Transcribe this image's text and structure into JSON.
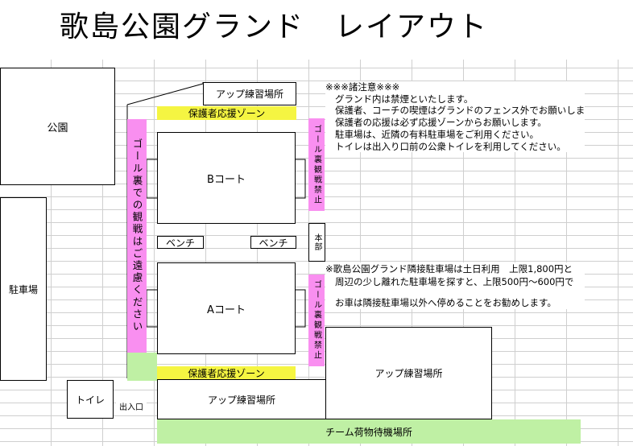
{
  "title": "歌島公園グランド　レイアウト",
  "labels": {
    "park": "公園",
    "parking": "駐車場",
    "toilet": "トイレ",
    "entrance": "出入口",
    "warmup_top": "アップ練習場所",
    "warmup_bottom": "アップ練習場所",
    "warmup_right": "アップ練習場所",
    "guardian_zone_top": "保護者応援ゾーン",
    "guardian_zone_bottom": "保護者応援ゾーン",
    "court_b": "Bコート",
    "court_a": "Aコート",
    "bench_left": "ベンチ",
    "bench_right": "ベンチ",
    "headquarters": "本部",
    "team_luggage": "チーム荷物待機場所",
    "goal_back_left": "ゴール裏での観戦はご遠慮ください",
    "goal_back_b": "ゴール裏観戦禁止",
    "goal_back_a": "ゴール裏観戦禁止"
  },
  "notes": {
    "heading": "※※※諸注意※※※",
    "lines": [
      "グランド内は禁煙といたします。",
      "保護者、コーチの喫煙はグランドのフェンス外でお願いしま",
      "保護者の応援は必ず応援ゾーンからお願いします。",
      "駐車場は、近隣の有料駐車場をご利用ください。",
      "トイレは出入り口前の公衆トイレを利用してください。"
    ]
  },
  "parking_notes": {
    "line1": "※歌島公園グランド隣接駐車場は土日利用　上限1,800円と",
    "line2": "周辺の少し離れた駐車場を探すと、上限500円～600円で",
    "line3": "お車は隣接駐車場以外へ停めることをお勧めします。"
  }
}
